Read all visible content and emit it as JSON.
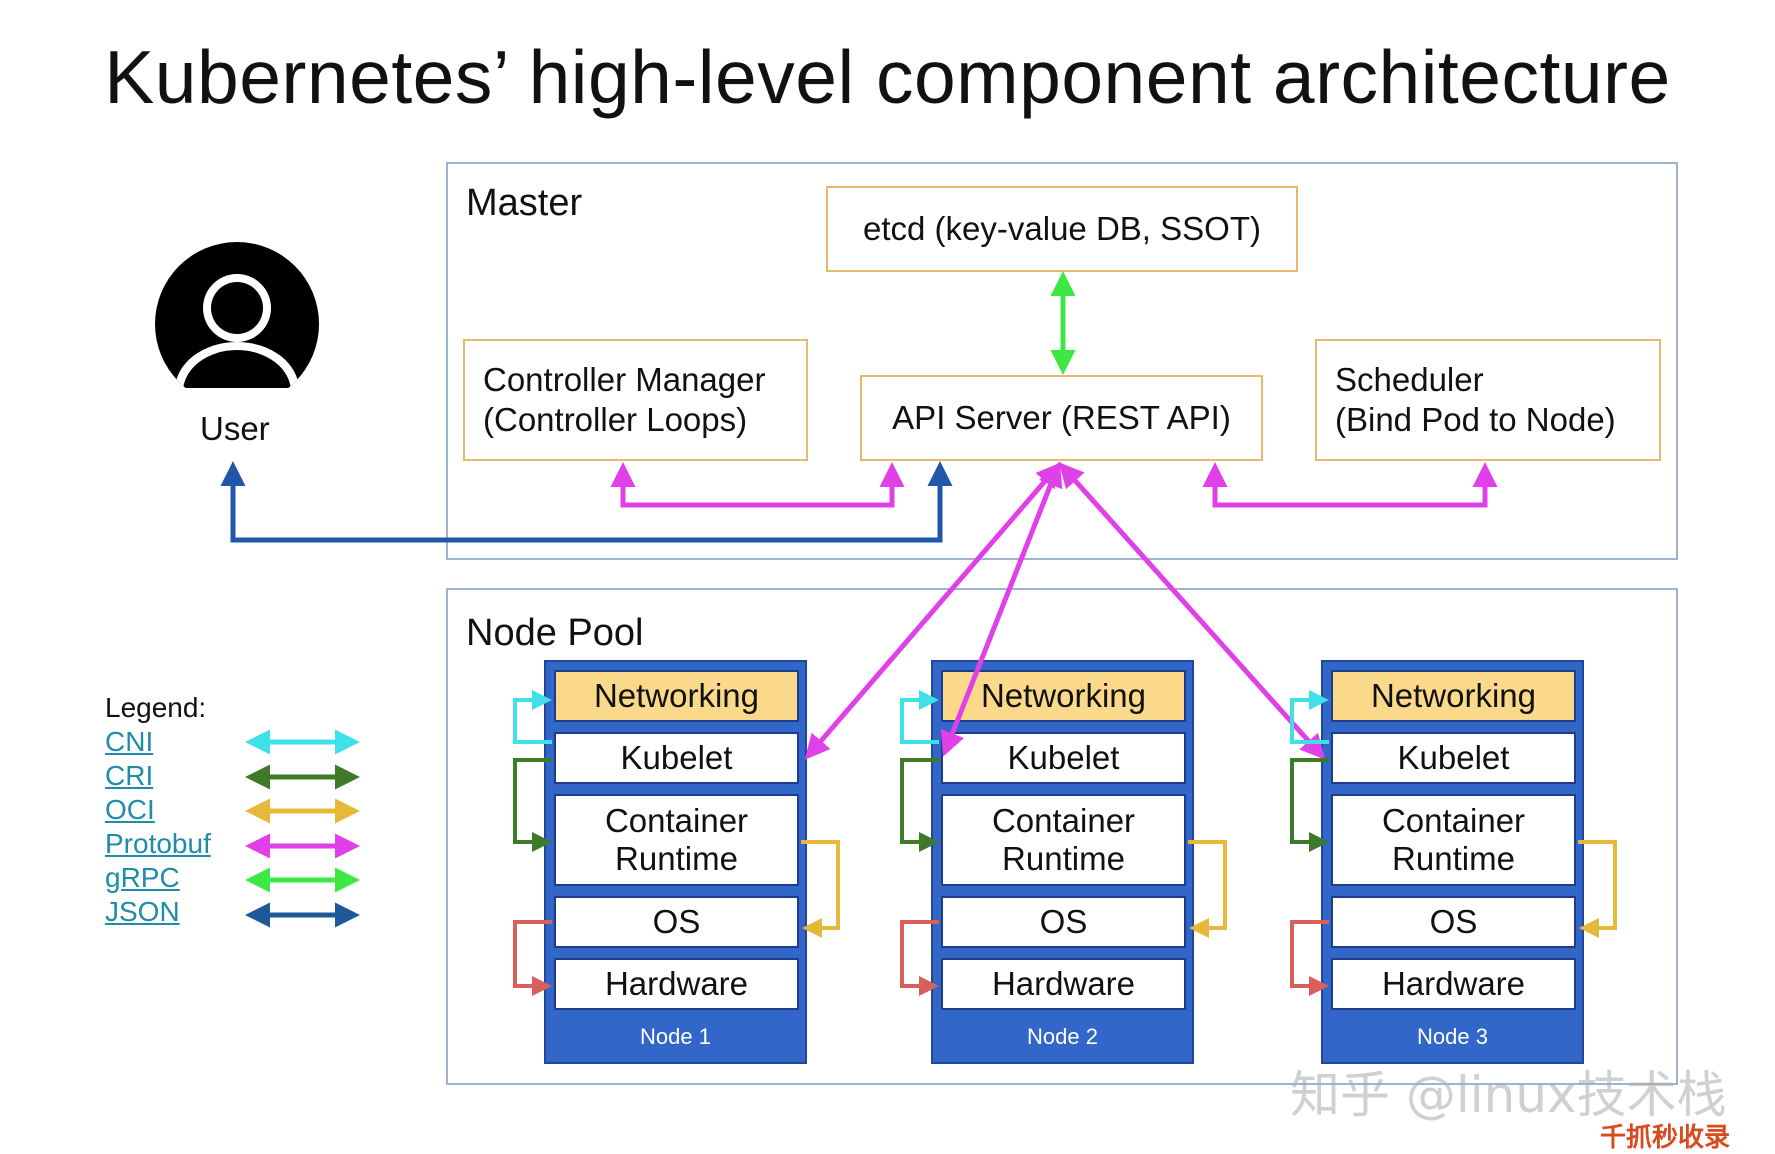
{
  "title": "Kubernetes’ high-level component architecture",
  "user": {
    "label": "User",
    "icon": "user-avatar-icon"
  },
  "master": {
    "label": "Master",
    "etcd": "etcd (key-value DB, SSOT)",
    "controller_manager": [
      "Controller Manager",
      "(Controller Loops)"
    ],
    "api_server": "API Server (REST API)",
    "scheduler": [
      "Scheduler",
      "(Bind Pod to Node)"
    ]
  },
  "node_pool": {
    "label": "Node Pool",
    "nodes": [
      {
        "name": "Node 1",
        "layers": [
          "Networking",
          "Kubelet",
          "Container",
          "Runtime",
          "OS",
          "Hardware"
        ]
      },
      {
        "name": "Node 2",
        "layers": [
          "Networking",
          "Kubelet",
          "Container",
          "Runtime",
          "OS",
          "Hardware"
        ]
      },
      {
        "name": "Node 3",
        "layers": [
          "Networking",
          "Kubelet",
          "Container",
          "Runtime",
          "OS",
          "Hardware"
        ]
      }
    ]
  },
  "legend": {
    "title": "Legend:",
    "items": [
      {
        "label": "CNI",
        "color": "#3fe0e8"
      },
      {
        "label": "CRI",
        "color": "#3f7a2a"
      },
      {
        "label": "OCI",
        "color": "#e8b83a"
      },
      {
        "label": "Protobuf",
        "color": "#e040e8"
      },
      {
        "label": "gRPC",
        "color": "#3de844"
      },
      {
        "label": "JSON",
        "color": "#1d5a9a"
      }
    ]
  },
  "watermark": {
    "main": "知乎 @linux技术栈",
    "sub": "千抓秒收录"
  },
  "colors": {
    "region_border": "#9fb3cc",
    "component_border": "#e8b86c",
    "node_fill": "#3266c8",
    "networking_fill": "#fbd98a"
  }
}
